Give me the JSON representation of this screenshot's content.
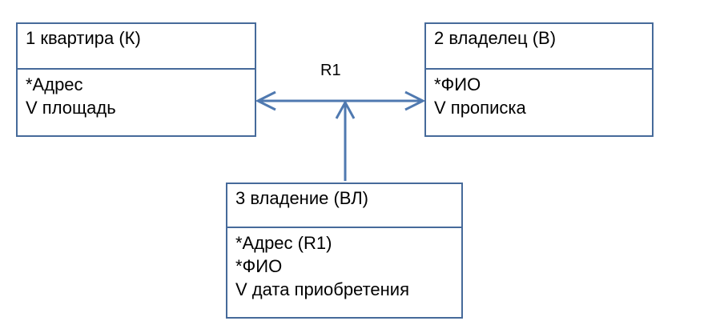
{
  "diagram": {
    "entities": [
      {
        "title": "1 квартира (К)",
        "attributes": [
          "*Адрес",
          "V площадь"
        ]
      },
      {
        "title": "2 владелец (В)",
        "attributes": [
          "*ФИО",
          "V прописка"
        ]
      },
      {
        "title": "3 владение (ВЛ)",
        "attributes": [
          "*Адрес (R1)",
          "*ФИО",
          "V дата приобретения"
        ]
      }
    ],
    "relationship": {
      "label": "R1"
    },
    "colors": {
      "line": "#4f79b0",
      "border": "#466a9a",
      "text": "#000000",
      "background": "#ffffff"
    }
  }
}
